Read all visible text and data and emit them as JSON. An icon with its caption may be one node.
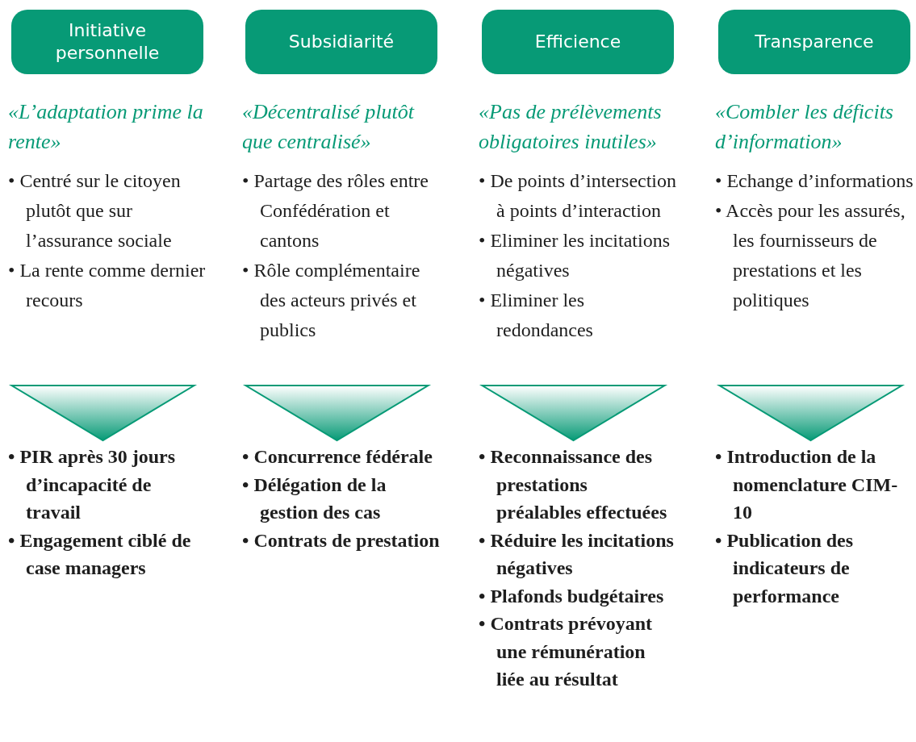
{
  "diagram": {
    "nodes": [
      {
        "text": [
          "Initiative personnelle"
        ]
      },
      {
        "text": [
          "«L’adaptation prime la rente»",
          "• Centré sur le citoyen plutôt que sur l’assurance sociale",
          "• La rente comme dernier recours"
        ]
      },
      {
        "text": [
          "• PIR après 30 jours d’incapacité de travail",
          "• Engagement ciblé de case managers"
        ]
      },
      {
        "text": [
          "Subsidiarité"
        ]
      },
      {
        "text": [
          "«Décentralisé plutôt que centralisé»",
          "• Partage des rôles entre Confédération et cantons",
          "• Rôle complémentaire des acteurs privés et publics"
        ]
      },
      {
        "text": [
          "• Concurrence fédérale",
          "• Délégation de la gestion des cas",
          "• Contrats de prestation"
        ]
      },
      {
        "text": [
          "Efficience"
        ]
      },
      {
        "text": [
          "«Pas de prélèvements obligatoires inutiles»",
          "• De points d’intersection à points d’interaction",
          "• Eliminer les incitations négatives",
          "• Eliminer les redondances"
        ]
      },
      {
        "text": [
          "• Reconnaissance des prestations préalables effectuées",
          "• Réduire les incitations négatives",
          "• Plafonds budgétaires",
          "• Contrats prévoyant une rémunération liée au résultat"
        ]
      },
      {
        "text": [
          "Transparence"
        ]
      },
      {
        "text": [
          "«Combler les déficits d’information»",
          "• Echange d’informations",
          "• Accès pour les assurés, les fournisseurs de prestations et les politiques"
        ]
      },
      {
        "text": [
          "• Introduction de la nomenclature CIM-10",
          "• Publication des indicateurs de performance"
        ]
      }
    ],
    "edges": [
      {
        "from": 1,
        "to": 2,
        "arrow": "to"
      },
      {
        "from": 4,
        "to": 5,
        "arrow": "to"
      },
      {
        "from": 7,
        "to": 8,
        "arrow": "to"
      },
      {
        "from": 10,
        "to": 11,
        "arrow": "to"
      }
    ]
  }
}
